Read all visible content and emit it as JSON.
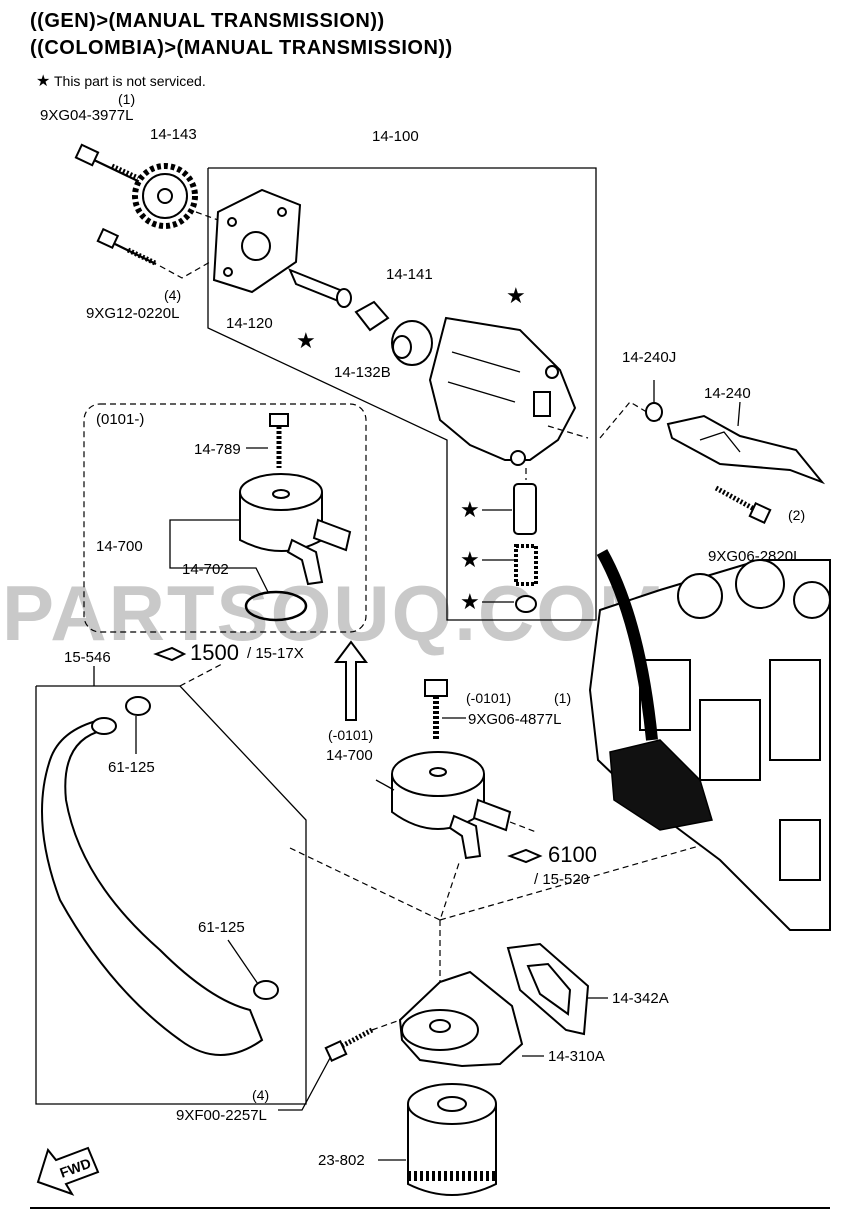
{
  "header": {
    "title_line1": "((GEN)>(MANUAL TRANSMISSION))",
    "title_line2": "((COLOMBIA)>(MANUAL TRANSMISSION))",
    "note_text": "This part is not serviced."
  },
  "watermark": "PARTSOUQ.COM",
  "callouts": {
    "c_9xg04_qty": "(1)",
    "c_9xg04": "9XG04-3977L",
    "c_14_143": "14-143",
    "c_14_100": "14-100",
    "c_9xg12_qty": "(4)",
    "c_9xg12": "9XG12-0220L",
    "c_14_120": "14-120",
    "c_14_141": "14-141",
    "c_14_132b": "14-132B",
    "c_14_240j": "14-240J",
    "c_14_240": "14-240",
    "c_9xg06_2820_qty": "(2)",
    "c_9xg06_2820": "9XG06-2820L",
    "c_0101_box": "(0101-)",
    "c_14_789": "14-789",
    "c_14_700a": "14-700",
    "c_14_702": "14-702",
    "c_15_546": "15-546",
    "c_ref1500_num": "1500",
    "c_ref1500_sub": "/ 15-17X",
    "c_0101_bolt": "(-0101)",
    "c_9xg06_4877_qty": "(1)",
    "c_9xg06_4877": "9XG06-4877L",
    "c_0101_cooler": "(-0101)",
    "c_14_700b": "14-700",
    "c_61_125a": "61-125",
    "c_ref6100_num": "6100",
    "c_ref6100_sub": "/ 15-520",
    "c_61_125b": "61-125",
    "c_14_342a": "14-342A",
    "c_14_310a": "14-310A",
    "c_9xf00_qty": "(4)",
    "c_9xf00": "9XF00-2257L",
    "c_23_802": "23-802",
    "c_fwd": "FWD"
  }
}
